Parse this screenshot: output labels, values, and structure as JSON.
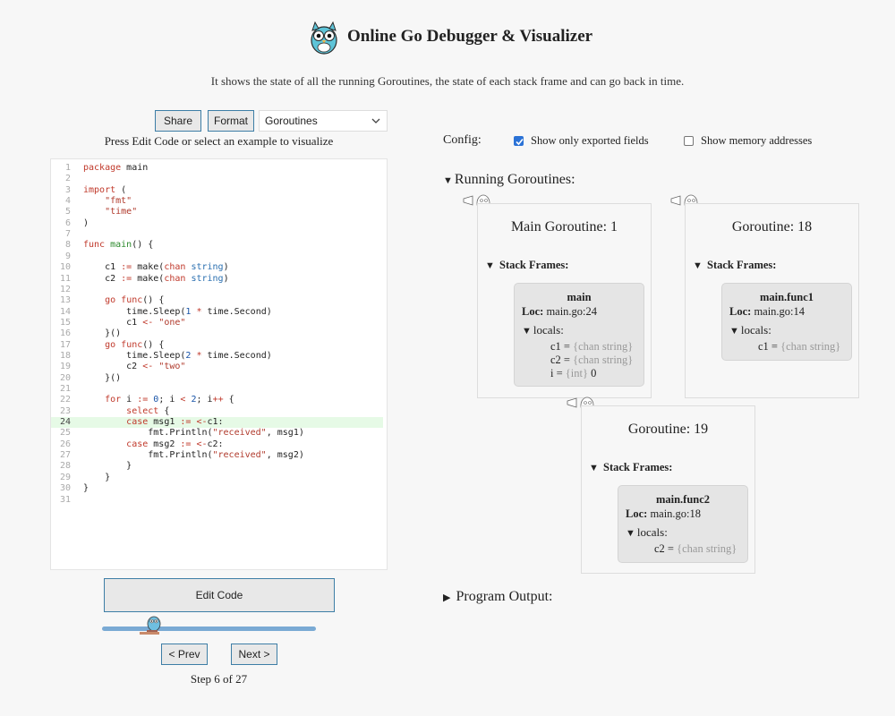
{
  "header": {
    "title": "Online Go Debugger & Visualizer",
    "subtitle": "It shows the state of all the running Goroutines, the state of each stack frame and can go back in time."
  },
  "toolbar": {
    "share_label": "Share",
    "format_label": "Format",
    "example_selected": "Goroutines",
    "hint": "Press Edit Code or select an example to visualize"
  },
  "editor": {
    "highlight_line": 24,
    "lines": [
      "package main",
      "",
      "import (",
      "    \"fmt\"",
      "    \"time\"",
      ")",
      "",
      "func main() {",
      "",
      "    c1 := make(chan string)",
      "    c2 := make(chan string)",
      "",
      "    go func() {",
      "        time.Sleep(1 * time.Second)",
      "        c1 <- \"one\"",
      "    }()",
      "    go func() {",
      "        time.Sleep(2 * time.Second)",
      "        c2 <- \"two\"",
      "    }()",
      "",
      "    for i := 0; i < 2; i++ {",
      "        select {",
      "        case msg1 := <-c1:",
      "            fmt.Println(\"received\", msg1)",
      "        case msg2 := <-c2:",
      "            fmt.Println(\"received\", msg2)",
      "        }",
      "    }",
      "}",
      ""
    ]
  },
  "controls": {
    "edit_code_label": "Edit Code",
    "prev_label": "< Prev",
    "next_label": "Next >",
    "step_text": "Step 6 of 27",
    "slider_progress": 0.185
  },
  "config": {
    "label": "Config:",
    "exported_label": "Show only exported fields",
    "exported_checked": true,
    "addresses_label": "Show memory addresses",
    "addresses_checked": false
  },
  "goroutines": {
    "section_title": "Running Goroutines:",
    "stack_frames_label": "Stack Frames:",
    "loc_label": "Loc:",
    "locals_label": "locals:",
    "items": [
      {
        "title": "Main Goroutine: 1",
        "frame": {
          "name": "main",
          "loc": "main.go:24",
          "vars": [
            {
              "name": "c1 =",
              "type": "{chan string}",
              "value": ""
            },
            {
              "name": "c2 =",
              "type": "{chan string}",
              "value": ""
            },
            {
              "name": "i =",
              "type": "{int}",
              "value": "0"
            }
          ]
        }
      },
      {
        "title": "Goroutine: 18",
        "frame": {
          "name": "main.func1",
          "loc": "main.go:14",
          "vars": [
            {
              "name": "c1 =",
              "type": "{chan string}",
              "value": ""
            }
          ]
        }
      },
      {
        "title": "Goroutine: 19",
        "frame": {
          "name": "main.func2",
          "loc": "main.go:18",
          "vars": [
            {
              "name": "c2 =",
              "type": "{chan string}",
              "value": ""
            }
          ]
        }
      }
    ]
  },
  "output": {
    "section_title": "Program Output:"
  },
  "colors": {
    "accent_border": "#3d7ea6",
    "highlight_line": "#e6fae6",
    "slider": "#7aaad4",
    "checkbox": "#2b72d6"
  }
}
